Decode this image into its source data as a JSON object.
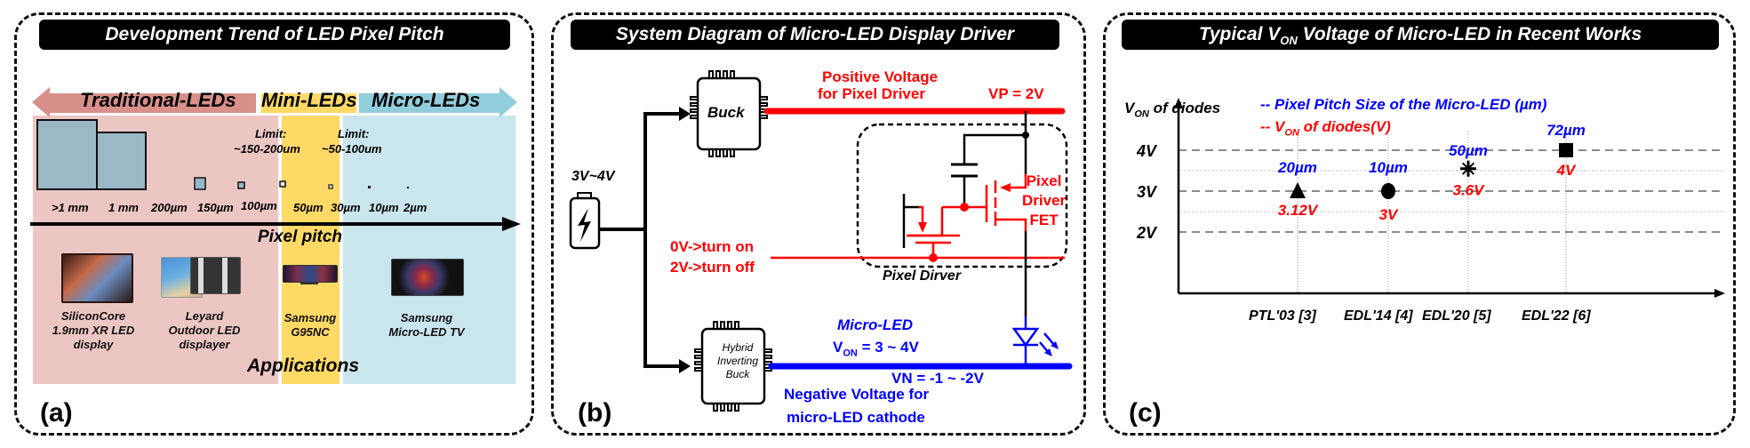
{
  "panel_a": {
    "title": "Development Trend of LED Pixel Pitch",
    "label": "(a)",
    "categories": [
      {
        "name": "Traditional-LEDs",
        "color": "#d9908a",
        "band_color": "#ecc6c3"
      },
      {
        "name": "Mini-LEDs",
        "color": "#ffd966",
        "band_color": "#ffd966"
      },
      {
        "name": "Micro-LEDs",
        "color": "#92cddc",
        "band_color": "#c9e5ee"
      }
    ],
    "limits": [
      {
        "line1": "Limit:",
        "line2": "~150-200um"
      },
      {
        "line1": "Limit:",
        "line2": "~50-100um"
      }
    ],
    "pitch_sizes": [
      ">1 mm",
      "1 mm",
      "200µm",
      "150µm",
      "100µm",
      "50µm",
      "30µm",
      "10µm",
      "2µm"
    ],
    "axis_label": "Pixel pitch",
    "applications": [
      {
        "name": "SiliconCore 1.9mm XR LED display",
        "lines": [
          "SiliconCore",
          "1.9mm XR LED",
          "display"
        ]
      },
      {
        "name": "Leyard Outdoor LED displayer",
        "lines": [
          "Leyard",
          "Outdoor LED",
          "displayer"
        ]
      },
      {
        "name": "Samsung G95NC",
        "lines": [
          "Samsung",
          "G95NC"
        ]
      },
      {
        "name": "Samsung Micro-LED TV",
        "lines": [
          "Samsung",
          "Micro-LED TV"
        ]
      }
    ],
    "applications_label": "Applications"
  },
  "panel_b": {
    "title": "System Diagram of Micro-LED Display Driver",
    "label": "(b)",
    "battery_voltage": "3V~4V",
    "buck_label": "Buck",
    "hybrid_label": [
      "Hybrid",
      "Inverting",
      "Buck"
    ],
    "positive_rail": {
      "line1": "Positive Voltage",
      "line2": "for Pixel Driver",
      "value": "VP = 2V"
    },
    "negative_rail": {
      "line1": "Negative Voltage for",
      "line2": "micro-LED cathode",
      "value": "VN = -1 ~ -2V"
    },
    "control": {
      "line1": "0V->turn on",
      "line2": "2V->turn off"
    },
    "pixel_driver_label": "Pixel Dirver",
    "fet_label": [
      "Pixel",
      "Driver",
      "FET"
    ],
    "micro_led": {
      "line1": "Micro-LED",
      "von_prefix": "V",
      "von_sub": "ON",
      "von_value": " = 3 ~ 4V"
    },
    "colors": {
      "positive": "#ff0000",
      "negative": "#0000ff"
    }
  },
  "panel_c": {
    "title_pre": "Typical V",
    "title_sub": "ON",
    "title_post": " Voltage of Micro-LED in Recent Works",
    "label": "(c)"
  },
  "chart_data": {
    "type": "scatter",
    "title": "Typical VON Voltage of Micro-LED in Recent Works",
    "ylabel": "VON of diodes",
    "xlabel": "",
    "categories": [
      "PTL'03 [3]",
      "EDL'14 [4]",
      "EDL'20 [5]",
      "EDL'22 [6]"
    ],
    "ylim": [
      1.0,
      4.5
    ],
    "yticks": [
      2,
      3,
      4
    ],
    "ytick_labels": [
      "2V",
      "3V",
      "4V"
    ],
    "legend": [
      {
        "text": "-- Pixel Pitch Size of the Micro-LED (µm)",
        "color": "#0000ff"
      },
      {
        "text": "-- VON of diodes(V)",
        "color": "#ff0000"
      }
    ],
    "legend_placement": "top-right",
    "grid": true,
    "series": [
      {
        "name": "VON of diodes (V)",
        "values": [
          3.12,
          3.0,
          3.6,
          4.0
        ],
        "labels": [
          "3.12V",
          "3V",
          "3.6V",
          "4V"
        ],
        "markers": [
          "triangle",
          "circle",
          "star",
          "square"
        ]
      },
      {
        "name": "Pixel Pitch Size (µm)",
        "values": [
          20,
          10,
          50,
          72
        ],
        "labels": [
          "20µm",
          "10µm",
          "50µm",
          "72µm"
        ]
      }
    ]
  }
}
